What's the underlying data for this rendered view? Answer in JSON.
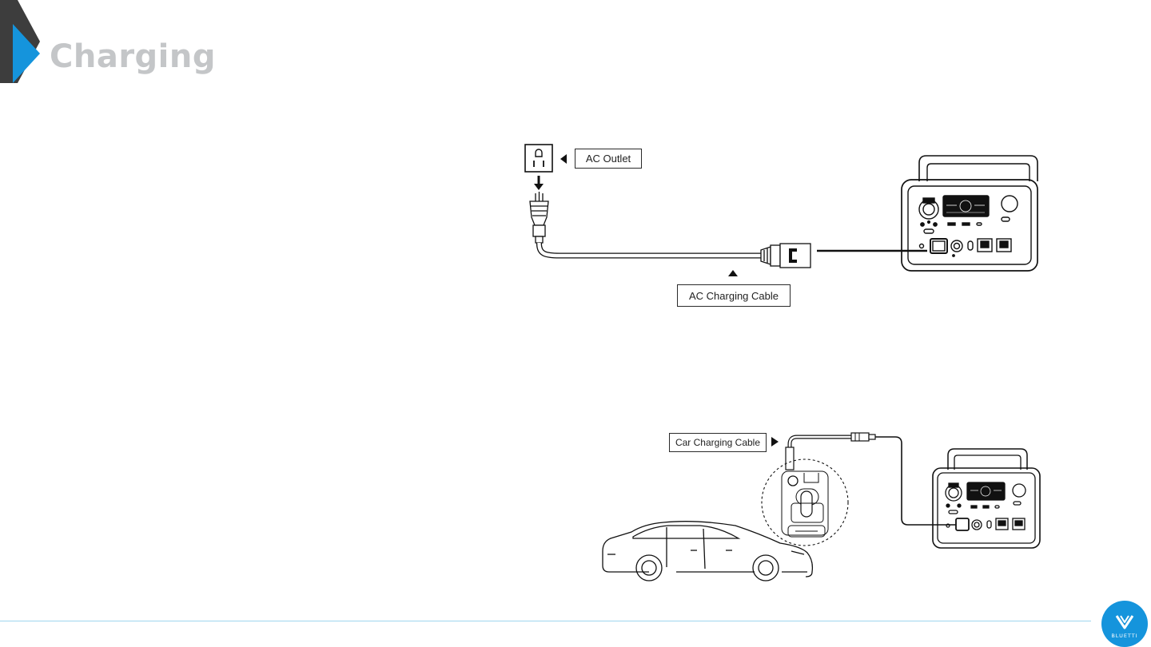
{
  "header": {
    "title": "Charging"
  },
  "ac_section": {
    "outlet_label": "AC Outlet",
    "cable_label": "AC Charging Cable"
  },
  "car_section": {
    "cable_label": "Car Charging Cable"
  },
  "footer": {
    "brand": "BLUETTI"
  },
  "colors": {
    "accent": "#1594dc",
    "title_gray": "#c4c6c8",
    "dark_chevron": "#3d3d3d",
    "footer_line": "#9fd6ee"
  }
}
